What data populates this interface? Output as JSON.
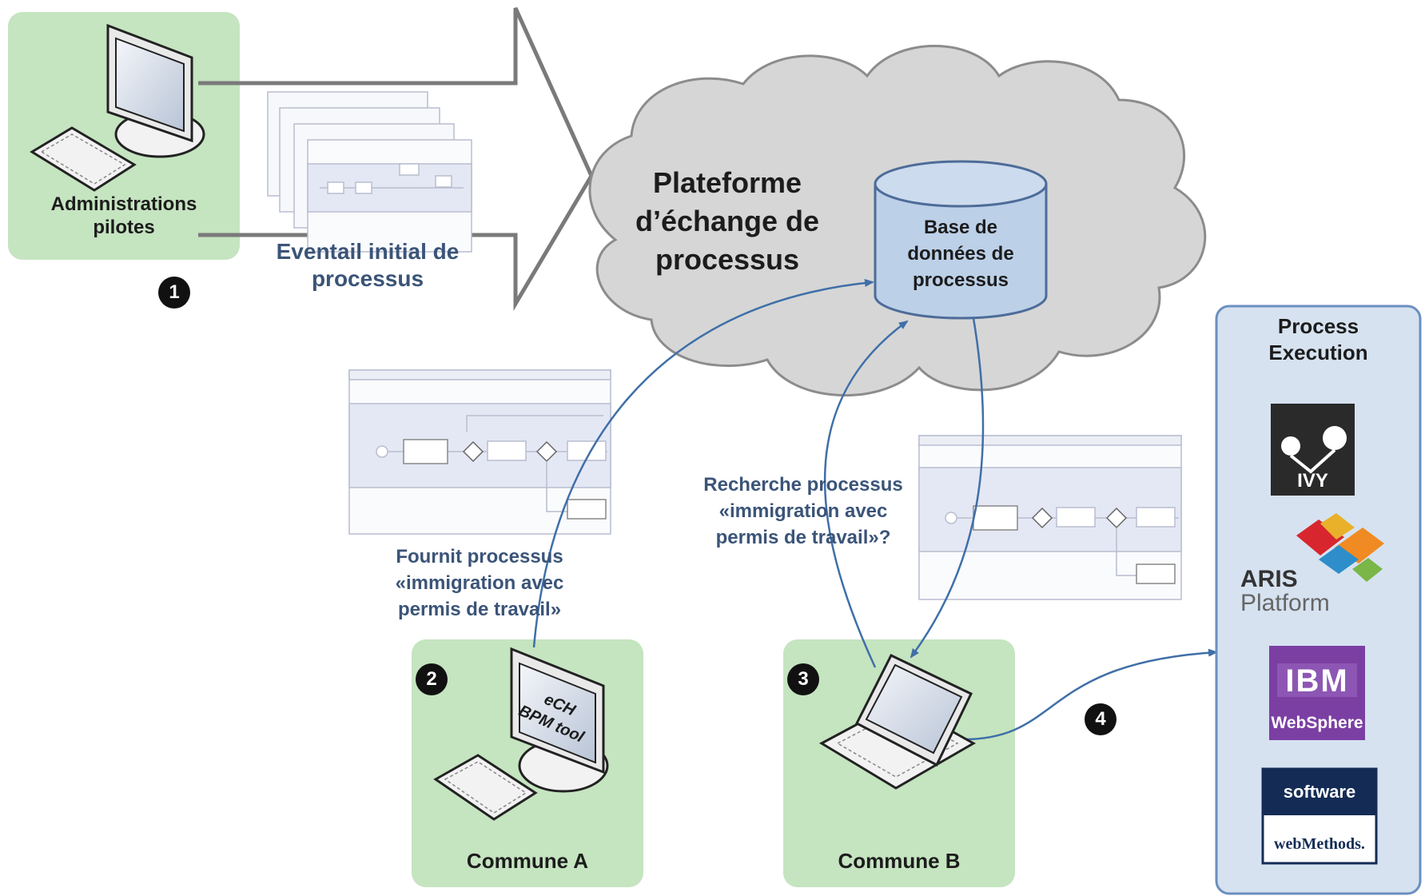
{
  "colors": {
    "green_box": "#c5e4c0",
    "cloud_fill": "#d6d6d6",
    "cloud_stroke": "#8c8c8c",
    "db_fill": "#bcd0e8",
    "db_stroke": "#4d6c99",
    "arrow_blue": "#3f6fa8",
    "label_blue": "#3b5478",
    "panel_fill": "#d6e2f0",
    "panel_stroke": "#6b8fc0",
    "ibm_purple": "#7b3fa3",
    "software_navy": "#142c55"
  },
  "admin": {
    "label_line1": "Administrations",
    "label_line2": "pilotes",
    "step": "1"
  },
  "eventail": {
    "line1": "Eventail initial de",
    "line2": "processus"
  },
  "cloud": {
    "line1": "Plateforme",
    "line2": "d’échange de",
    "line3": "processus"
  },
  "database": {
    "line1": "Base de",
    "line2": "données de",
    "line3": "processus"
  },
  "fournit": {
    "line1": "Fournit processus",
    "line2": "«immigration avec",
    "line3": "permis de travail»"
  },
  "recherche": {
    "line1": "Recherche processus",
    "line2": "«immigration avec",
    "line3": "permis de travail»?"
  },
  "commune_a": {
    "label": "Commune A",
    "step": "2",
    "screen_line1": "eCH",
    "screen_line2": "BPM tool"
  },
  "commune_b": {
    "label": "Commune B",
    "step": "3"
  },
  "step4": "4",
  "panel": {
    "title_line1": "Process",
    "title_line2": "Execution",
    "ivy": "IVY",
    "aris_line1": "ARIS",
    "aris_line2": "Platform",
    "ibm": "IBM",
    "websphere": "WebSphere",
    "software": "software",
    "webmethods": "webMethods."
  },
  "icons": [
    "desktop-computer-icon",
    "keyboard-icon",
    "laptop-icon",
    "database-icon",
    "process-diagram-icon",
    "ivy-logo",
    "aris-logo",
    "ibm-websphere-logo",
    "software-ag-logo"
  ]
}
